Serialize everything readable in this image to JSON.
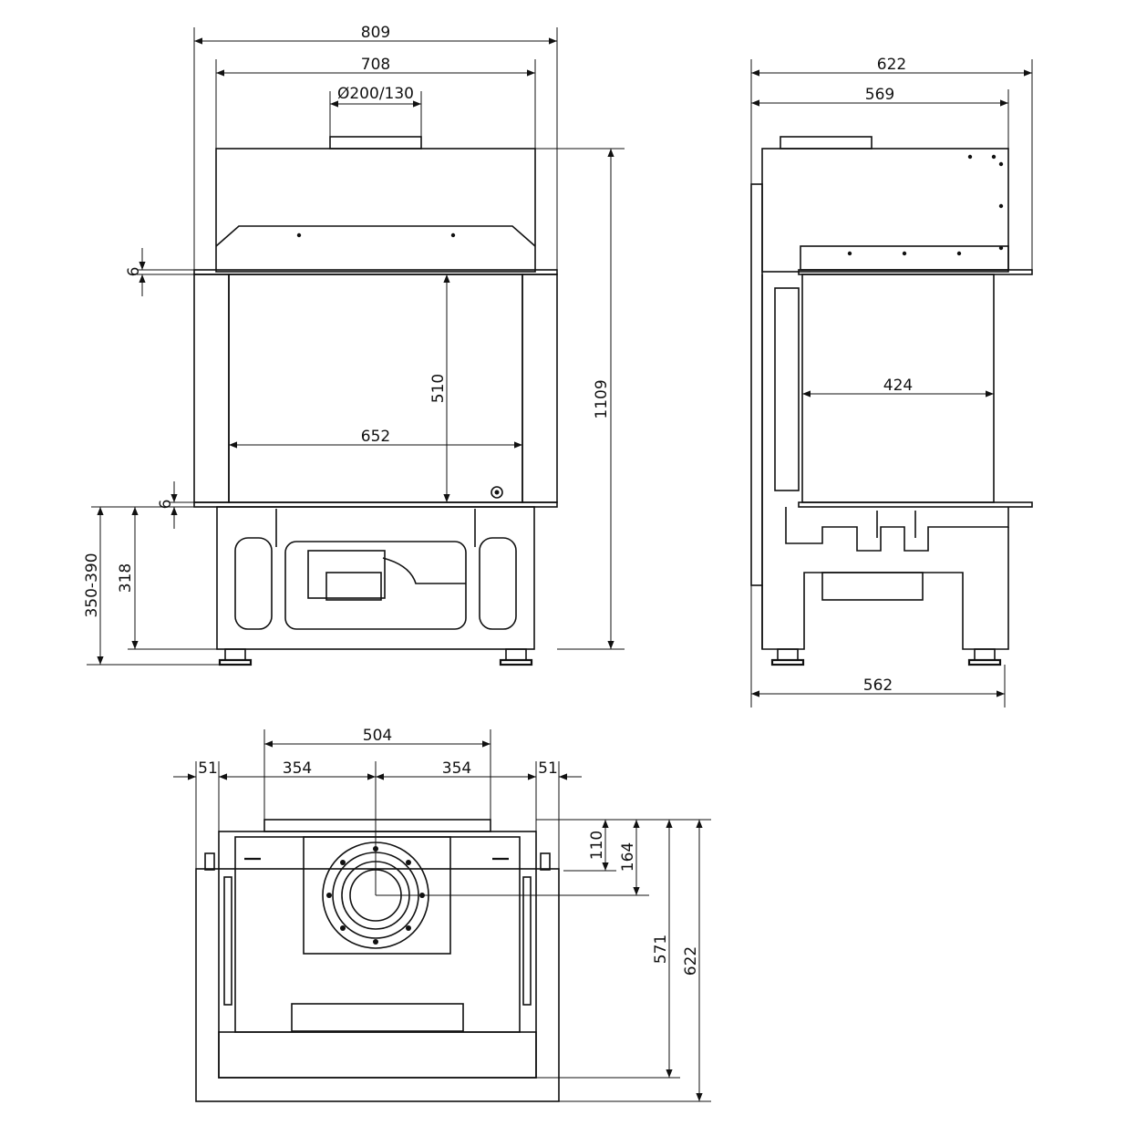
{
  "front_view": {
    "width_outer": "809",
    "width_top": "708",
    "flue_diameter": "Ø200/130",
    "glass_width": "652",
    "glass_height": "510",
    "total_height": "1109",
    "frame_top": "6",
    "frame_bottom": "6",
    "base_height": "318",
    "feet_range": "350-390"
  },
  "side_view": {
    "depth_outer": "622",
    "depth_top": "569",
    "glass_width": "424",
    "base_depth": "562"
  },
  "top_view": {
    "flue_spacing": "504",
    "margin_left": "51",
    "half_left": "354",
    "half_right": "354",
    "margin_right": "51",
    "offset_110": "110",
    "offset_164": "164",
    "depth_571": "571",
    "depth_622": "622"
  }
}
